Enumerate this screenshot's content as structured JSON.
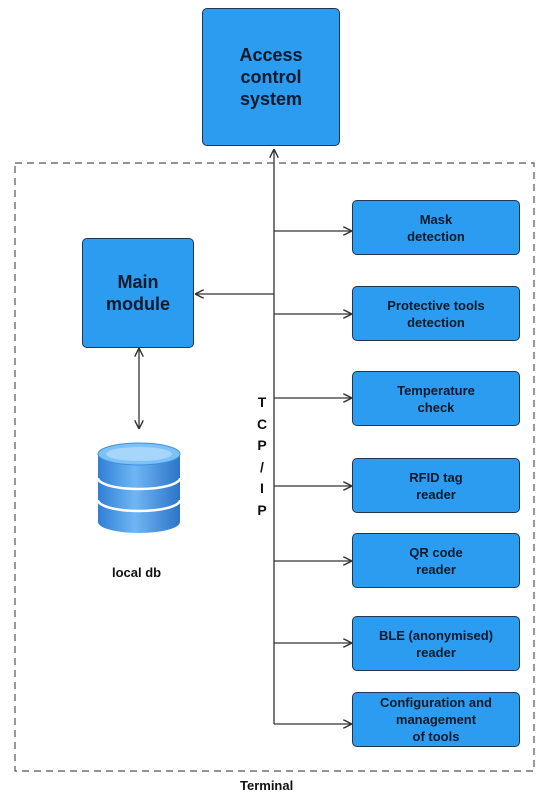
{
  "access_control": {
    "lines": [
      "Access",
      "control",
      "system"
    ]
  },
  "main_module": {
    "lines": [
      "Main",
      "module"
    ]
  },
  "database": {
    "label": "local db"
  },
  "protocol": {
    "letters": [
      "T",
      "C",
      "P",
      "/",
      "I",
      "P"
    ]
  },
  "terminal": {
    "label": "Terminal"
  },
  "modules": [
    {
      "lines": [
        "Mask",
        "detection"
      ]
    },
    {
      "lines": [
        "Protective tools",
        "detection"
      ]
    },
    {
      "lines": [
        "Temperature",
        "check"
      ]
    },
    {
      "lines": [
        "RFID tag",
        "reader"
      ]
    },
    {
      "lines": [
        "QR code",
        "reader"
      ]
    },
    {
      "lines": [
        "BLE (anonymised)",
        "reader"
      ]
    },
    {
      "lines": [
        "Configuration and",
        "management",
        "of tools"
      ]
    }
  ],
  "colors": {
    "box_fill": "#2b9cf0",
    "box_border": "#1f3550",
    "db_blue": "#3d8fe0",
    "dashed_frame": "#555555"
  }
}
